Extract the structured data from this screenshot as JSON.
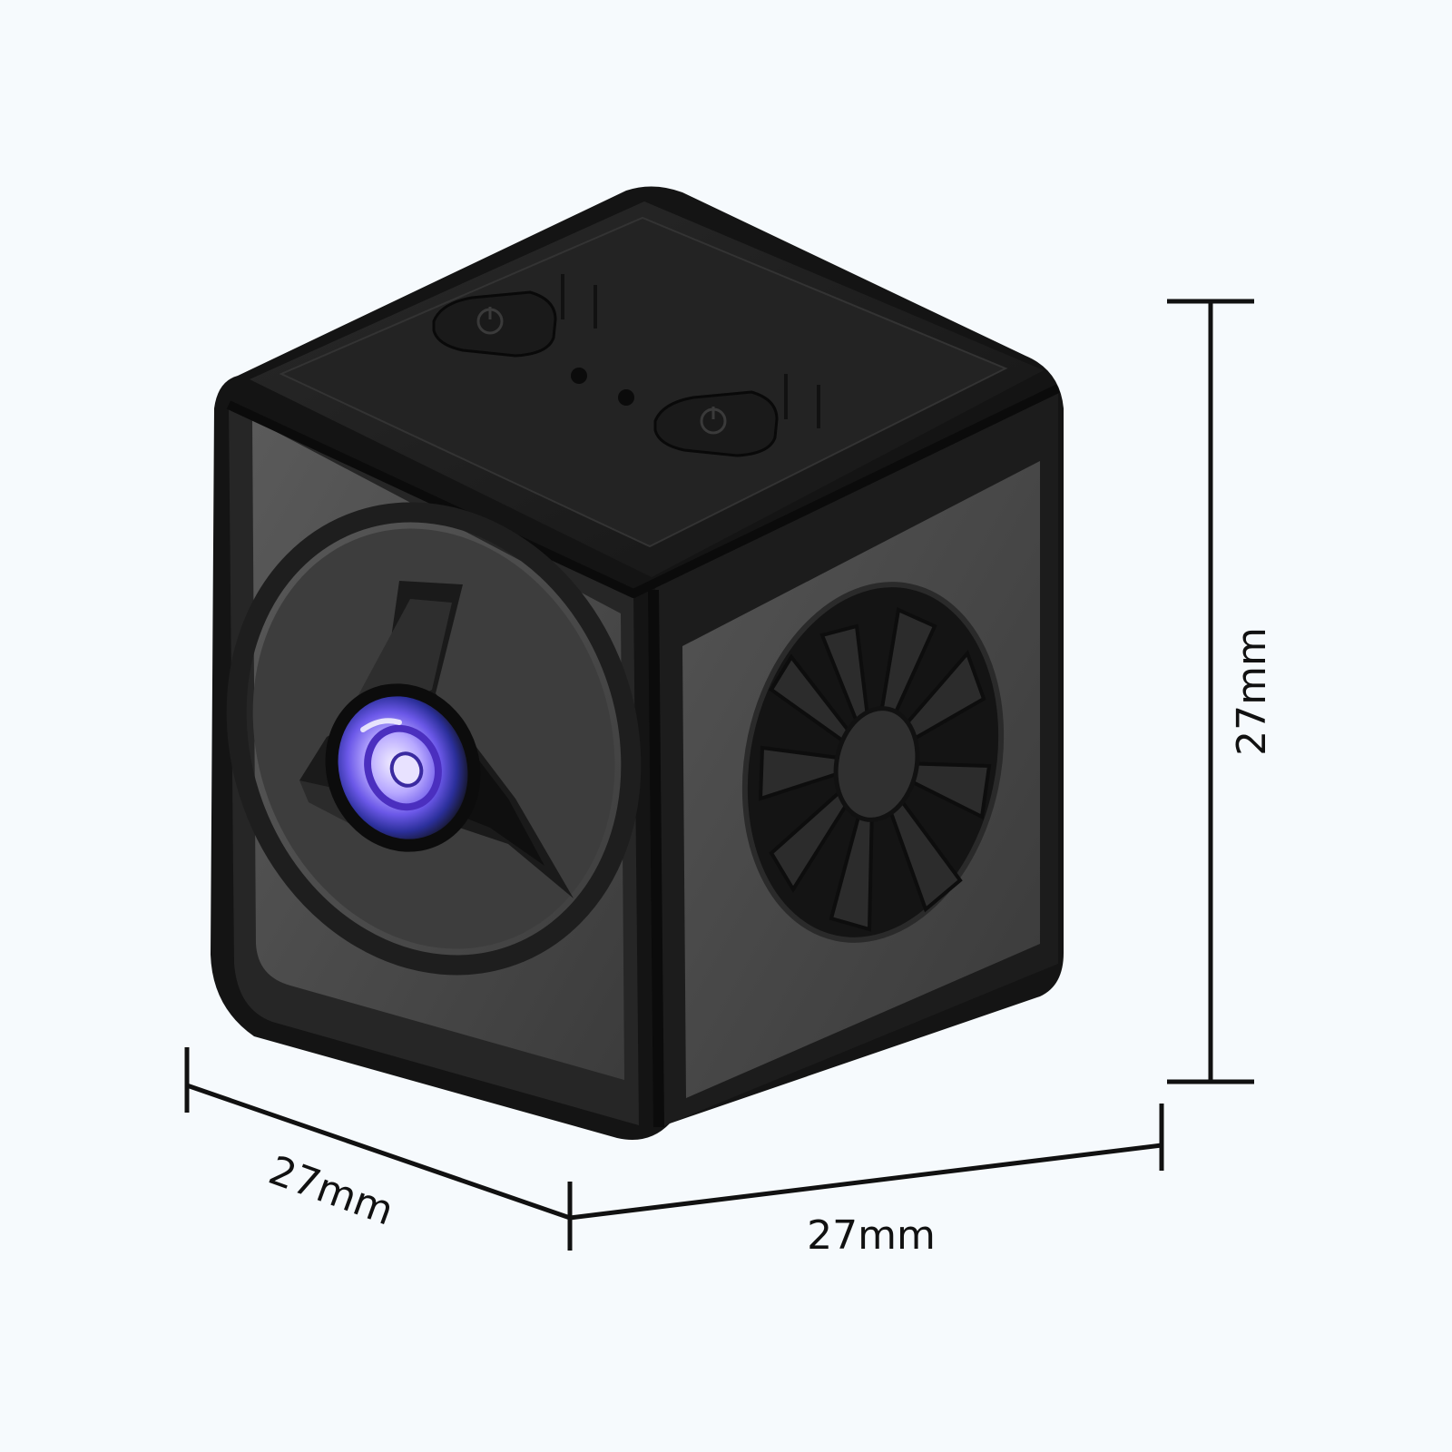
{
  "colors": {
    "background": "#f6fafd",
    "body_dark": "#1a1a1a",
    "face_gray": "#4a4a4a",
    "lens_accent": "#7a6cf0",
    "dimension_line": "#111111"
  },
  "dimensions": {
    "height_label": "27mm",
    "depth_label": "27mm",
    "width_label": "27mm"
  },
  "icons": [
    "power-button-icon",
    "mode-button-icon",
    "camera-lens-icon",
    "fan-icon"
  ]
}
